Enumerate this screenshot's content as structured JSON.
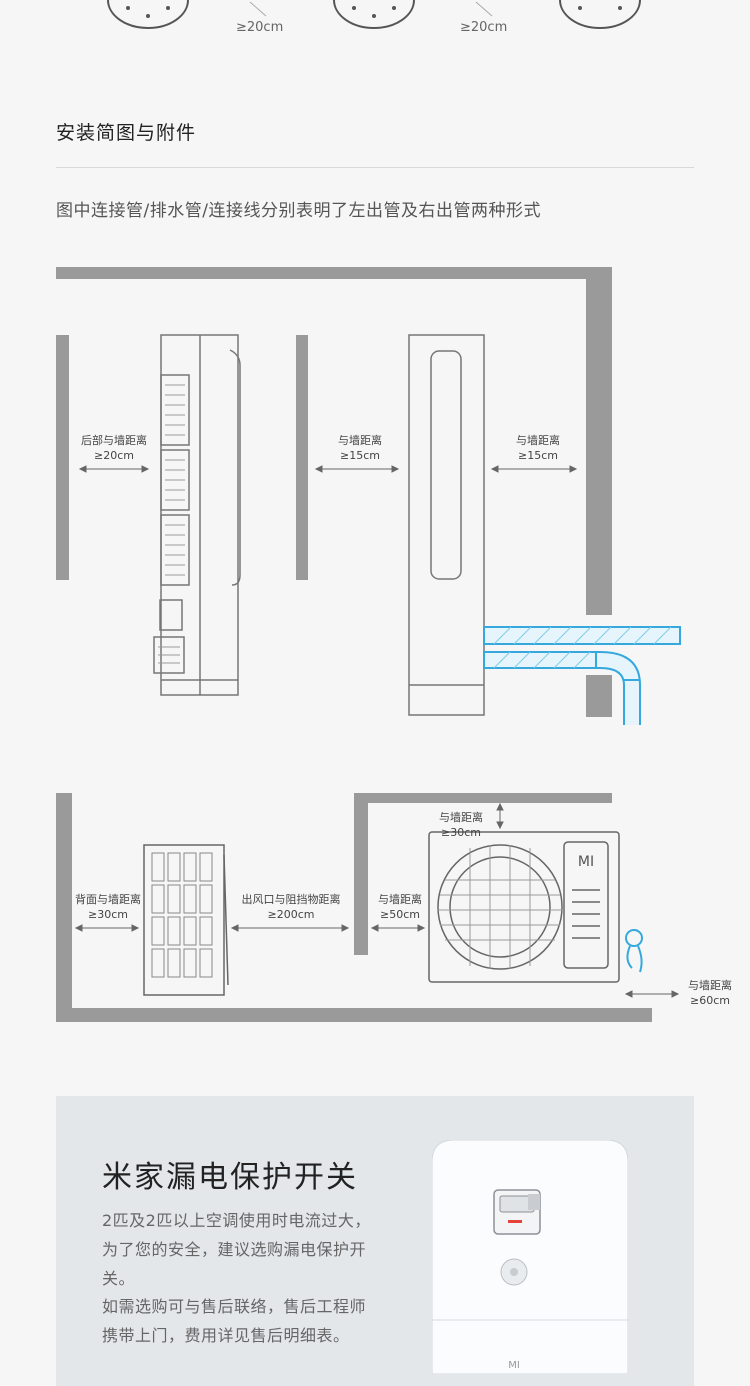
{
  "top_dims": [
    "≥20cm",
    "≥20cm"
  ],
  "section": {
    "title": "安装简图与附件",
    "description": "图中连接管/排水管/连接线分别表明了左出管及右出管两种形式"
  },
  "indoor": {
    "rear_label": "后部与墙距离",
    "rear_value": "≥20cm",
    "side_left_label": "与墙距离",
    "side_left_value": "≥15cm",
    "side_right_label": "与墙距离",
    "side_right_value": "≥15cm"
  },
  "outdoor": {
    "back_label": "背面与墙距离",
    "back_value": "≥30cm",
    "outlet_label": "出风口与阻挡物距离",
    "outlet_value": "≥200cm",
    "side_label": "与墙距离",
    "side_value": "≥50cm",
    "top_label": "与墙距离",
    "top_value": "≥30cm",
    "right_label": "与墙距离",
    "right_value": "≥60cm"
  },
  "promo": {
    "title": "米家漏电保护开关",
    "para1": "2匹及2匹以上空调使用时电流过大，为了您的安全，建议选购漏电保护开关。",
    "para2": "如需选购可与售后联络，售后工程师携带上门，费用详见售后明细表。"
  },
  "colors": {
    "wall": "#9a9a9a",
    "pipe": "#35a9de",
    "promo_bg": "#e3e7ea"
  }
}
